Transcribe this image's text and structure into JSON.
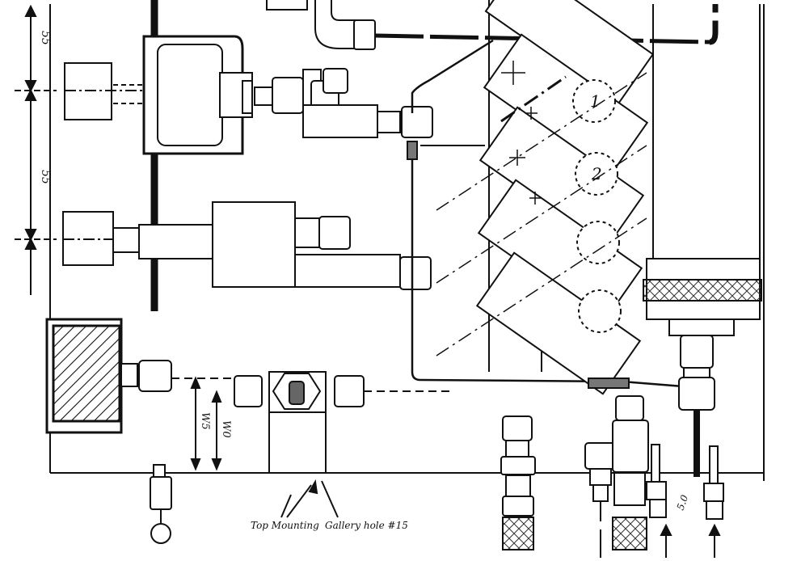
{
  "drawing": {
    "dimensions": {
      "upper_spacing": "55",
      "lower_spacing": "55",
      "left_gap_a": "W5",
      "left_gap_b": "W0",
      "angle": "5.0"
    },
    "panel_numbers": {
      "first": "1",
      "second": "2"
    },
    "notes": {
      "top_mounting": "Top Mounting",
      "gallery_hole": "Gallery hole #15"
    }
  }
}
